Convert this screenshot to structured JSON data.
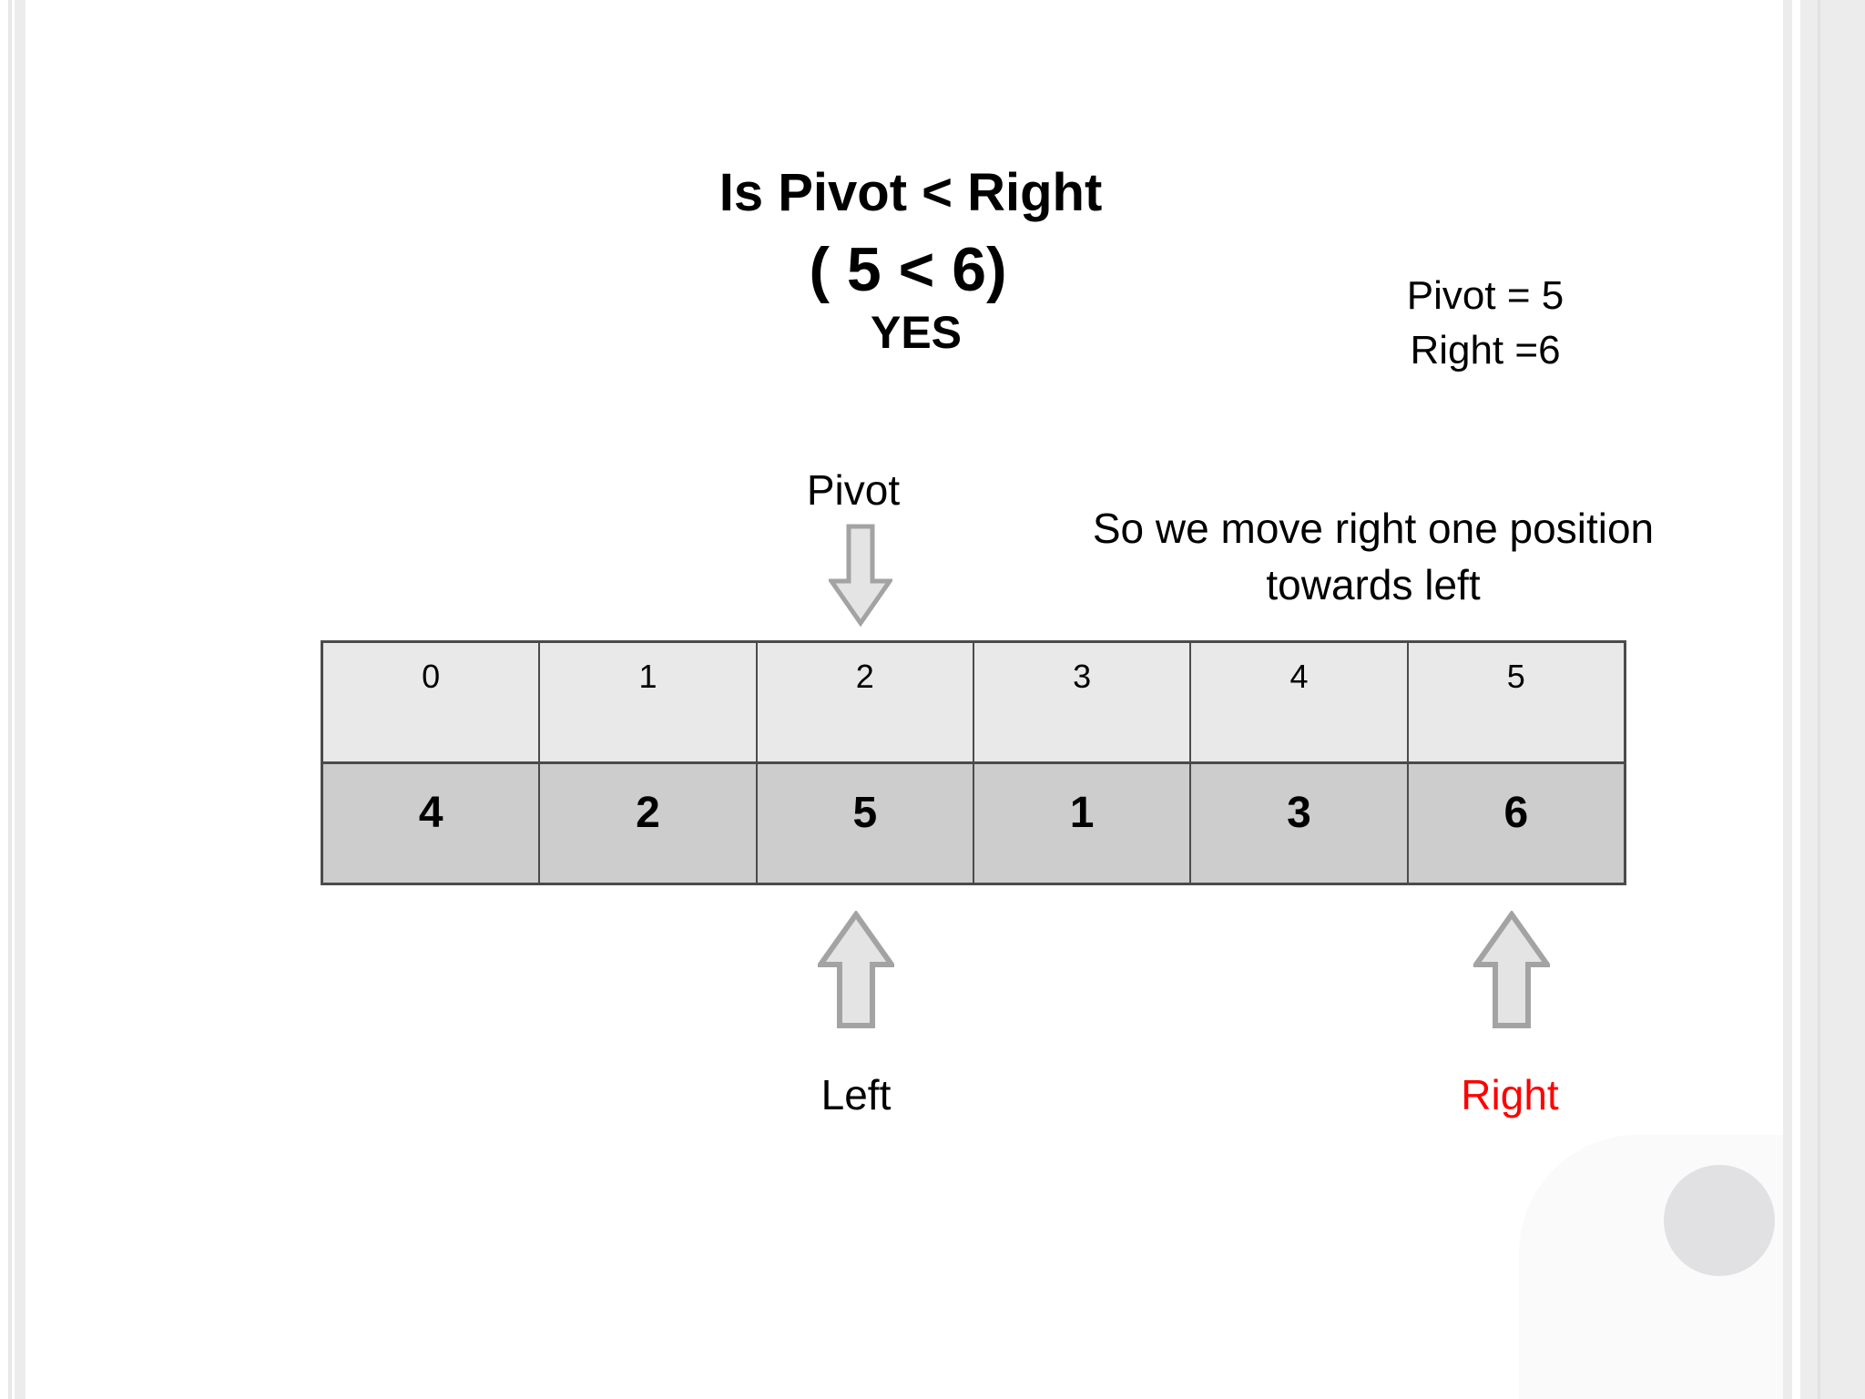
{
  "slide": {
    "question": {
      "line1": "Is Pivot < Right",
      "line2": "( 5 < 6)",
      "answer": "YES"
    },
    "variables": {
      "pivot": "Pivot = 5",
      "right": "Right =6"
    },
    "pointers": {
      "pivot_label": "Pivot",
      "left_label": "Left",
      "right_label": "Right"
    },
    "note": {
      "line1": "So we move right one position",
      "line2": "towards left"
    },
    "array": {
      "indices": [
        "0",
        "1",
        "2",
        "3",
        "4",
        "5"
      ],
      "values": [
        "4",
        "2",
        "5",
        "1",
        "3",
        "6"
      ]
    },
    "colors": {
      "right_label_color": "#ff0000",
      "arrow_fill": "#e4e4e4",
      "arrow_stroke": "#a3a3a3",
      "index_row_bg": "#e9e9e9",
      "value_row_bg": "#cdcdcd",
      "table_border": "#4b4b4b"
    }
  }
}
